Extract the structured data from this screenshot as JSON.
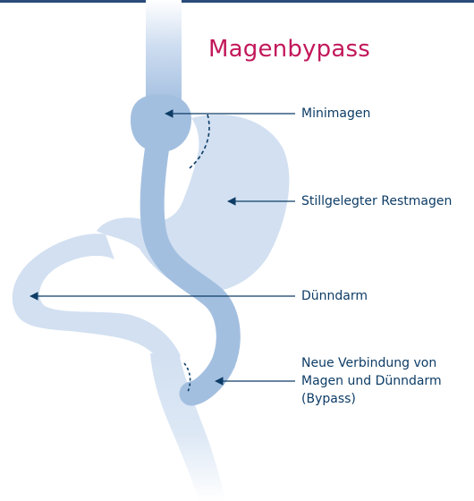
{
  "title": "Magenbypass",
  "labels": {
    "minimagen": "Minimagen",
    "restmagen": "Stillgelegter Restmagen",
    "duenndarm": "Dünndarm",
    "bypass": {
      "line1": "Neue Verbindung von",
      "line2": "Magen und Dünndarm",
      "line3": "(Bypass)"
    }
  },
  "colors": {
    "title": "#c2185b",
    "label_text": "#0d3c66",
    "arrow": "#0d3c66",
    "top_rule": "#2a4c7a",
    "active_tract": "#a3bfe0",
    "bypassed_tract": "#d2e0f1"
  }
}
